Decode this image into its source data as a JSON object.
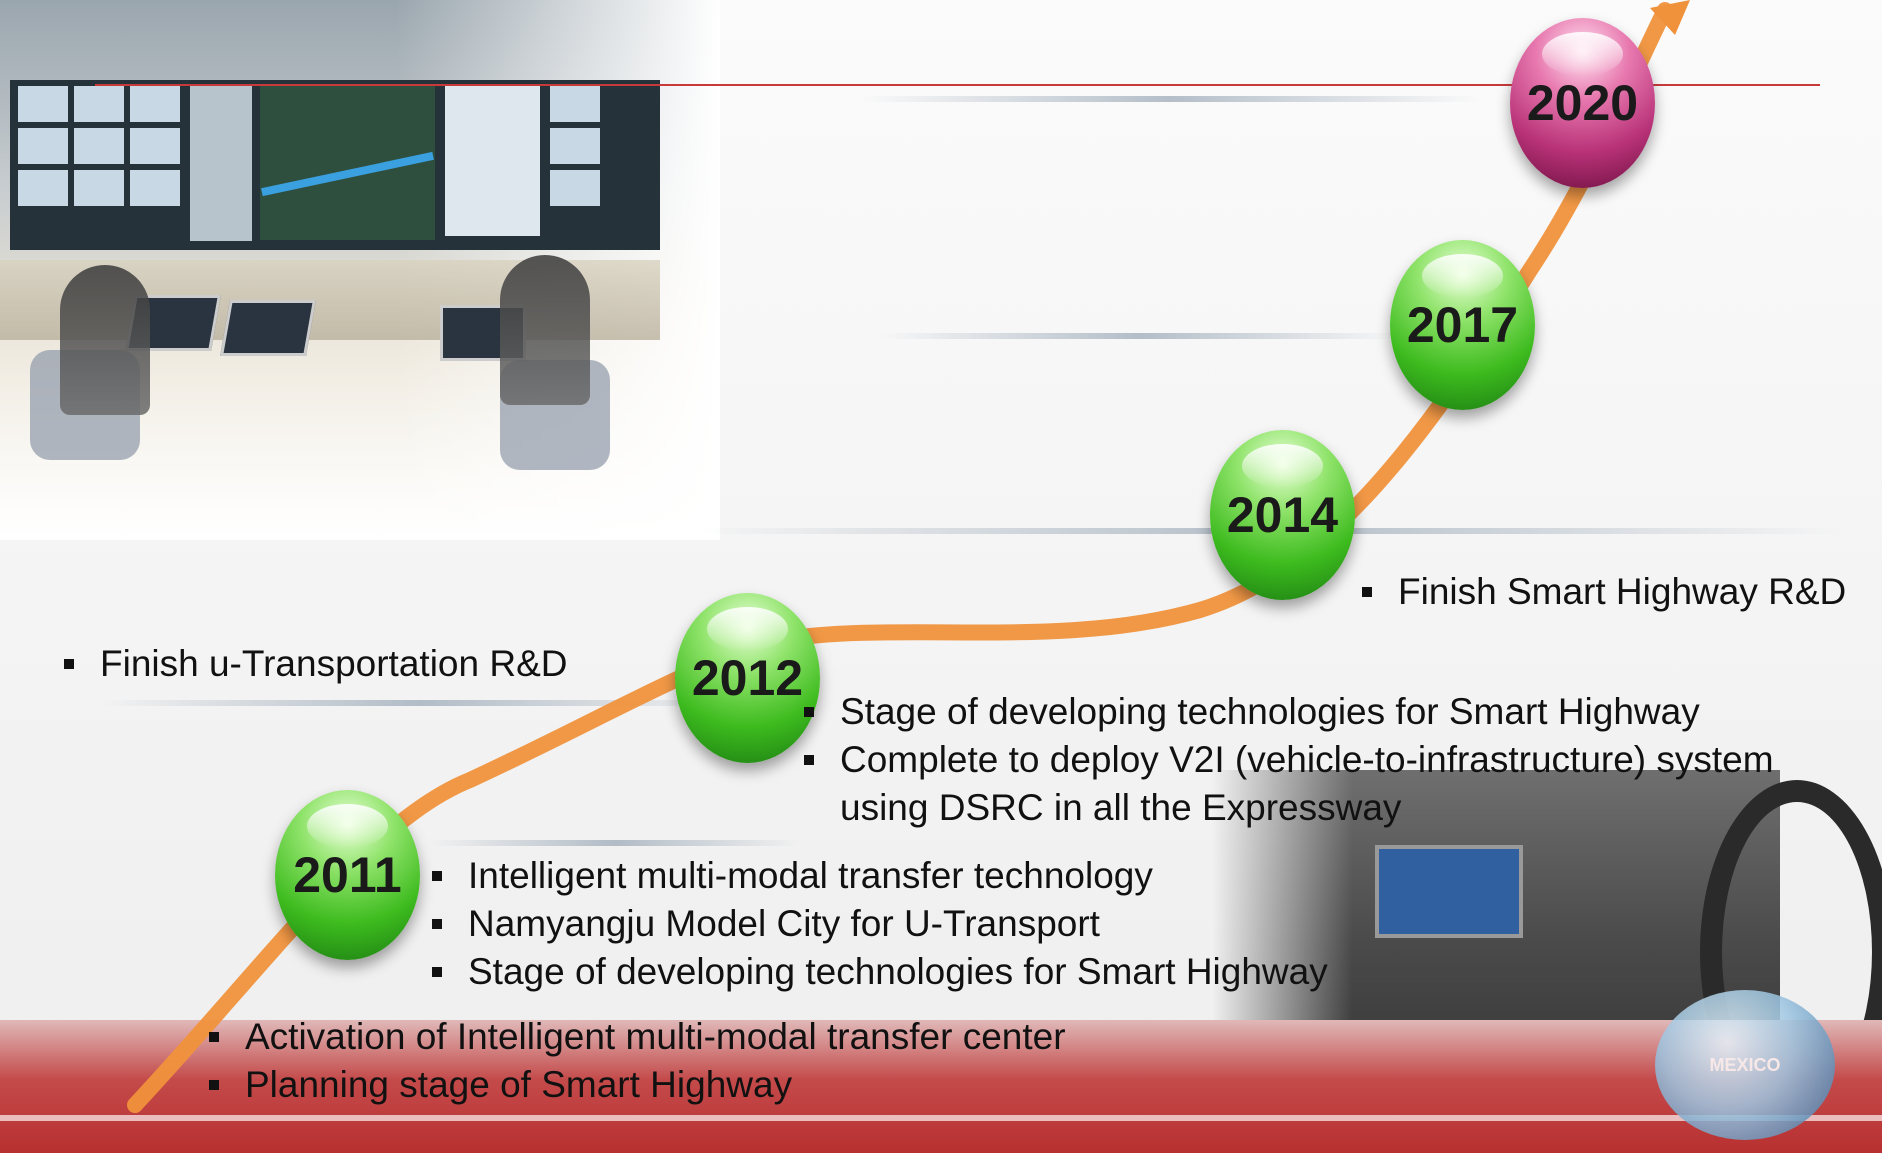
{
  "timeline": [
    {
      "year": "2011",
      "color": "green"
    },
    {
      "year": "2012",
      "color": "green"
    },
    {
      "year": "2014",
      "color": "green"
    },
    {
      "year": "2017",
      "color": "green"
    },
    {
      "year": "2020",
      "color": "pink"
    }
  ],
  "bullets": {
    "milestone_2011_a": [
      "Intelligent multi-modal transfer technology",
      "Namyangju Model City for U-Transport",
      "Stage of developing technologies for Smart Highway"
    ],
    "base": [
      "Activation of Intelligent multi-modal transfer center",
      "Planning stage of Smart Highway"
    ],
    "milestone_2012_left": [
      "Finish u-Transportation R&D"
    ],
    "milestone_2012_right": [
      "Stage of developing technologies for Smart Highway",
      "Complete to deploy V2I (vehicle-to-infrastructure) system",
      "using DSRC in all the Expressway"
    ],
    "milestone_2014": [
      "Finish Smart Highway R&D"
    ]
  },
  "colors": {
    "curve": "#f0923c",
    "rule": "#c83a3a",
    "green_ball": "#3dbb1e",
    "pink_ball": "#b83278"
  },
  "logo": {
    "text": "MEXICO"
  }
}
